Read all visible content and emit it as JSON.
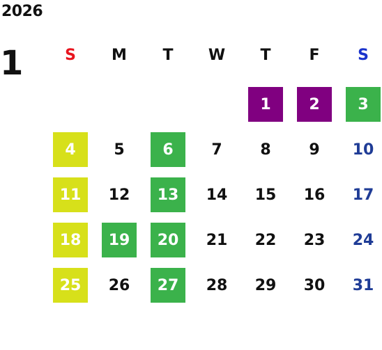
{
  "year": "2026",
  "month": "1",
  "weekdays": [
    {
      "label": "S",
      "color": "#e8141e"
    },
    {
      "label": "M",
      "color": "#111111"
    },
    {
      "label": "T",
      "color": "#111111"
    },
    {
      "label": "W",
      "color": "#111111"
    },
    {
      "label": "T",
      "color": "#111111"
    },
    {
      "label": "F",
      "color": "#111111"
    },
    {
      "label": "S",
      "color": "#1a33cc"
    }
  ],
  "colors": {
    "default_text": "#111111",
    "sunday_text": "#111111",
    "saturday_text": "#1f3c96",
    "highlight_text": "#ffffff",
    "purple": "#800080",
    "green": "#3bb24b",
    "yellow": "#d7e01a"
  },
  "first_weekday": 4,
  "days": [
    {
      "day": "1",
      "highlight": "purple"
    },
    {
      "day": "2",
      "highlight": "purple"
    },
    {
      "day": "3",
      "highlight": "green"
    },
    {
      "day": "4",
      "highlight": "yellow"
    },
    {
      "day": "5",
      "highlight": null
    },
    {
      "day": "6",
      "highlight": "green"
    },
    {
      "day": "7",
      "highlight": null
    },
    {
      "day": "8",
      "highlight": null
    },
    {
      "day": "9",
      "highlight": null
    },
    {
      "day": "10",
      "highlight": null
    },
    {
      "day": "11",
      "highlight": "yellow"
    },
    {
      "day": "12",
      "highlight": null
    },
    {
      "day": "13",
      "highlight": "green"
    },
    {
      "day": "14",
      "highlight": null
    },
    {
      "day": "15",
      "highlight": null
    },
    {
      "day": "16",
      "highlight": null
    },
    {
      "day": "17",
      "highlight": null
    },
    {
      "day": "18",
      "highlight": "yellow"
    },
    {
      "day": "19",
      "highlight": "green"
    },
    {
      "day": "20",
      "highlight": "green"
    },
    {
      "day": "21",
      "highlight": null
    },
    {
      "day": "22",
      "highlight": null
    },
    {
      "day": "23",
      "highlight": null
    },
    {
      "day": "24",
      "highlight": null
    },
    {
      "day": "25",
      "highlight": "yellow"
    },
    {
      "day": "26",
      "highlight": null
    },
    {
      "day": "27",
      "highlight": "green"
    },
    {
      "day": "28",
      "highlight": null
    },
    {
      "day": "29",
      "highlight": null
    },
    {
      "day": "30",
      "highlight": null
    },
    {
      "day": "31",
      "highlight": null
    }
  ]
}
